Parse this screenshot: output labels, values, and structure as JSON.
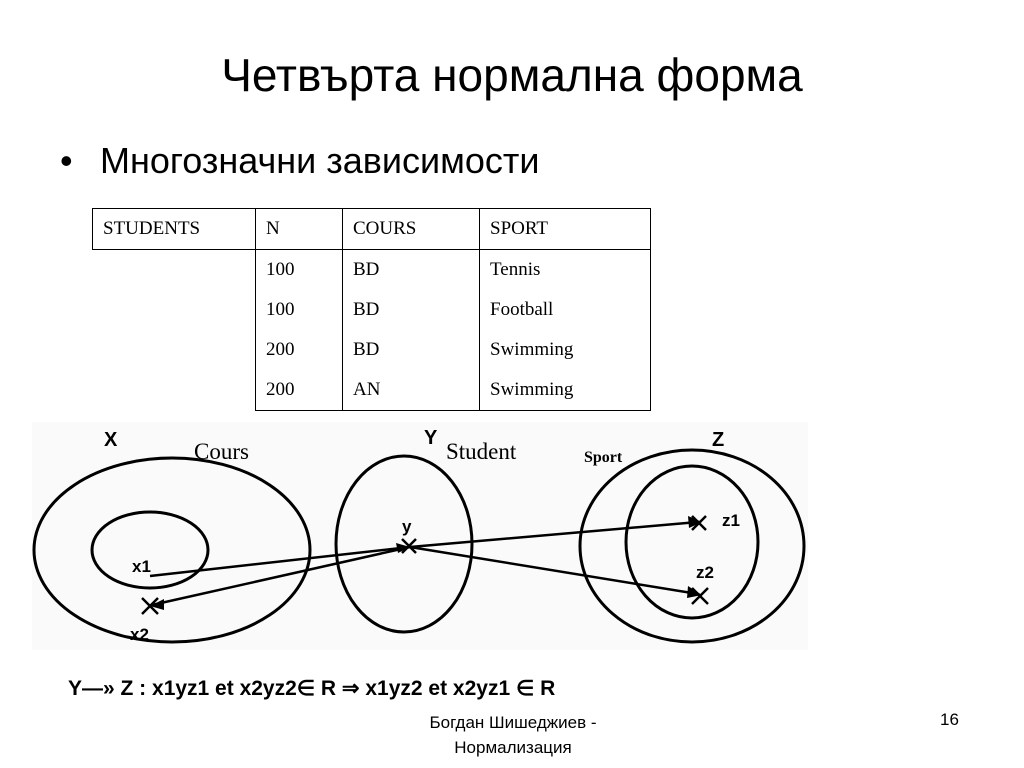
{
  "slide": {
    "title": "Четвърта нормална форма",
    "bullet": "Многозначни зависимости"
  },
  "table": {
    "headers": [
      "STUDENTS",
      "N",
      "COURS",
      "SPORT"
    ],
    "rows": [
      [
        "100",
        "BD",
        "Tennis"
      ],
      [
        "100",
        "BD",
        "Football"
      ],
      [
        "200",
        "BD",
        "Swimming"
      ],
      [
        "200",
        "AN",
        "Swimming"
      ]
    ]
  },
  "diagram": {
    "set_x": "X",
    "set_y": "Y",
    "set_z": "Z",
    "label_cours": "Cours",
    "label_student": "Student",
    "label_sport": "Sport",
    "pt_x1": "x1",
    "pt_x2": "x2",
    "pt_y": "y",
    "pt_z1": "z1",
    "pt_z2": "z2"
  },
  "formula": "Y—» Z :  x1yz1 et   x2yz2∈ R ⇒ x1yz2  et  x2yz1 ∈ R",
  "footer": {
    "line1": "Богдан Шишеджиев -",
    "line2": "Нормализация",
    "page": "16"
  }
}
